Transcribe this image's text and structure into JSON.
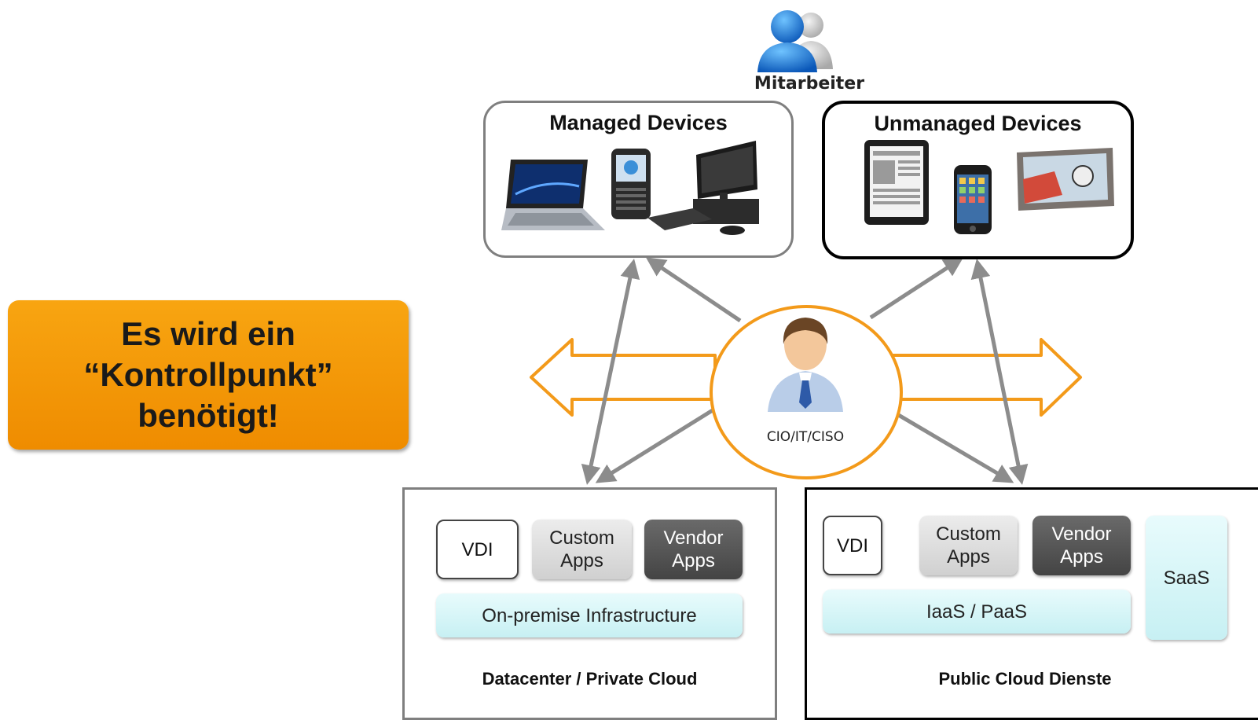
{
  "callout": {
    "lines": [
      "Es wird ein",
      "“Kontrollpunkt”",
      "benötigt!"
    ]
  },
  "employees": {
    "label": "Mitarbeiter",
    "icon": "users-icon"
  },
  "managed": {
    "title": "Managed Devices",
    "devices": [
      "laptop-icon",
      "smartphone-icon",
      "desktop-pc-icon"
    ]
  },
  "unmanaged": {
    "title": "Unmanaged Devices",
    "devices": [
      "tablet-icon",
      "iphone-icon",
      "android-tablet-icon"
    ]
  },
  "control": {
    "label": "CIO/IT/CISO",
    "icon": "manager-icon"
  },
  "private_cloud": {
    "title": "Datacenter / Private Cloud",
    "vdi": "VDI",
    "custom_apps": [
      "Custom",
      "Apps"
    ],
    "vendor_apps": [
      "Vendor",
      "Apps"
    ],
    "infrastructure": "On-premise Infrastructure"
  },
  "public_cloud": {
    "title": "Public Cloud Dienste",
    "vdi": "VDI",
    "custom_apps": [
      "Custom",
      "Apps"
    ],
    "vendor_apps": [
      "Vendor",
      "Apps"
    ],
    "platform": "IaaS / PaaS",
    "saas": "SaaS"
  },
  "colors": {
    "accent_orange": "#f39a1a",
    "arrow_gray": "#8c8c8c",
    "callout_orange": "#f59b0b"
  }
}
